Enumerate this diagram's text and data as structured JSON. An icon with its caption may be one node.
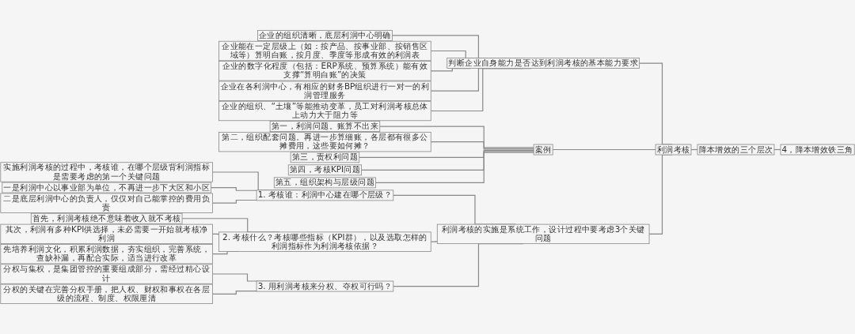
{
  "diagram": {
    "nodes": [
      {
        "text": [
          "4，降本增效铁三角"
        ]
      },
      {
        "text": [
          "降本增效的三个层次"
        ]
      },
      {
        "text": [
          "利润考核"
        ]
      },
      {
        "text": [
          "判断企业自身能力是否达到利润考核的基本能力要求"
        ]
      },
      {
        "text": [
          "企业的组织清晰，底层利润中心明确"
        ]
      },
      {
        "text": [
          "企业能在一定层级上（如：按产品、按事业部、按销售区域等）算明白账，按月度、季度等形成有效的利润表"
        ]
      },
      {
        "text": [
          "企业的数字化程度（包括：ERP系统、预算系统）能有效支撑“算明白账”的决策"
        ]
      },
      {
        "text": [
          "企业在各利润中心，有相应的财务BP组织进行一对一的利润管理服务"
        ]
      },
      {
        "text": [
          "企业的组织、“土壤”等能推动变革，员工对利润考核总体上动力大于阻力等"
        ]
      },
      {
        "text": [
          "案例"
        ]
      },
      {
        "text": [
          "第一，利润问题。账算不出来"
        ]
      },
      {
        "text": [
          "第二，组织配套问题。再进一步算细账，各层都有很多公摊费用，这些要如何摊？"
        ]
      },
      {
        "text": [
          "第三，责权利问题"
        ]
      },
      {
        "text": [
          "第四，考核KPI问题"
        ]
      },
      {
        "text": [
          "第五，组织架构与层级问题"
        ]
      },
      {
        "text": [
          "利润考核的实施是系统工作，设计过程中要考虑3个关键问题"
        ]
      },
      {
        "text": [
          "1. 考核谁：利润中心建在哪个层级？"
        ]
      },
      {
        "text": [
          "实施利润考核的过程中，考核谁，在哪个层级背利润指标是需要考虑的第一个关键问题"
        ]
      },
      {
        "text": [
          "一是利润中心以事业部为单位，不再进一步下大区和小区"
        ]
      },
      {
        "text": [
          "二是底层利润中心的负责人，仅仅对自己能掌控的费用负责"
        ]
      },
      {
        "text": [
          "2. 考核什么？考核哪些指标（KPI群），以及选取怎样的利润指标作为利润考核依据？"
        ]
      },
      {
        "text": [
          "首先，利润考核绝不意味着收入就不考核"
        ]
      },
      {
        "text": [
          "其次，利润有多种KPI供选择，未必需要一开始就考核净利润"
        ]
      },
      {
        "text": [
          "先培养利润文化，积累利润数据，夯实组织，完善系统，查缺补漏，再配合实际，适当进行改革"
        ]
      },
      {
        "text": [
          "3. 用利润考核来分权、夺权可行吗？"
        ]
      },
      {
        "text": [
          "分权与集权，是集团管控的重要组成部分，需经过精心设计"
        ]
      },
      {
        "text": [
          "分权的关键在完善分权手册，把人权、财权和事权在各层级的流程、制度、权限厘清"
        ]
      }
    ],
    "edges": [
      {
        "from": 0,
        "to": 1,
        "arrow": "none"
      },
      {
        "from": 1,
        "to": 2,
        "arrow": "none"
      },
      {
        "from": 2,
        "to": 3,
        "arrow": "none"
      },
      {
        "from": 3,
        "to": 4,
        "arrow": "none"
      },
      {
        "from": 3,
        "to": 5,
        "arrow": "none"
      },
      {
        "from": 3,
        "to": 6,
        "arrow": "none"
      },
      {
        "from": 3,
        "to": 7,
        "arrow": "none"
      },
      {
        "from": 3,
        "to": 8,
        "arrow": "none"
      },
      {
        "from": 2,
        "to": 9,
        "arrow": "none"
      },
      {
        "from": 9,
        "to": 10,
        "arrow": "none"
      },
      {
        "from": 9,
        "to": 11,
        "arrow": "none"
      },
      {
        "from": 9,
        "to": 12,
        "arrow": "none"
      },
      {
        "from": 9,
        "to": 13,
        "arrow": "none"
      },
      {
        "from": 9,
        "to": 14,
        "arrow": "none"
      },
      {
        "from": 2,
        "to": 15,
        "arrow": "none"
      },
      {
        "from": 15,
        "to": 16,
        "arrow": "none"
      },
      {
        "from": 16,
        "to": 17,
        "arrow": "none"
      },
      {
        "from": 16,
        "to": 18,
        "arrow": "none"
      },
      {
        "from": 16,
        "to": 19,
        "arrow": "none"
      },
      {
        "from": 15,
        "to": 20,
        "arrow": "none"
      },
      {
        "from": 20,
        "to": 21,
        "arrow": "none"
      },
      {
        "from": 20,
        "to": 22,
        "arrow": "none"
      },
      {
        "from": 20,
        "to": 23,
        "arrow": "none"
      },
      {
        "from": 15,
        "to": 24,
        "arrow": "none"
      },
      {
        "from": 24,
        "to": 25,
        "arrow": "none"
      },
      {
        "from": 24,
        "to": 26,
        "arrow": "none"
      }
    ]
  }
}
